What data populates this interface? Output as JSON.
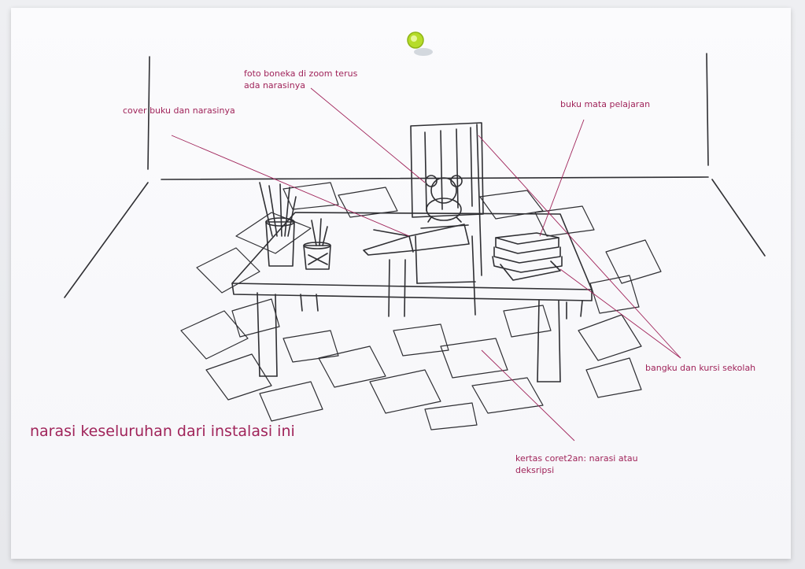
{
  "annotations": {
    "doll_photo": [
      "foto boneka di zoom terus",
      "ada narasinya"
    ],
    "book_cover": "cover buku dan narasinya",
    "textbooks": "buku mata pelajaran",
    "desk_chair": "bangku dan kursi sekolah",
    "scrap_paper": [
      "kertas coret2an: narasi atau",
      "deksripsi"
    ],
    "overall": "narasi keseluruhan dari instalasi ini"
  },
  "colors": {
    "annotation": "#a0245a",
    "pencil": "#2f2f33",
    "pin": "#b6dc2a"
  },
  "icons": {
    "pin": "push-pin-icon",
    "bear": "teddy-bear-icon"
  }
}
